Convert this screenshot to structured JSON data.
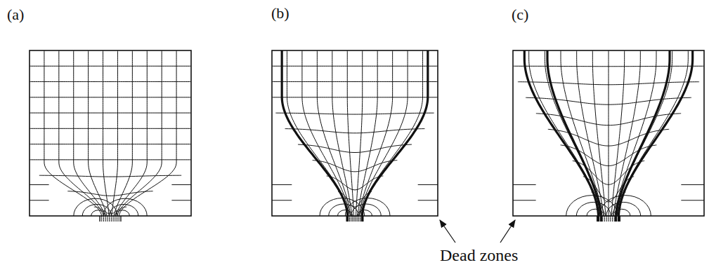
{
  "diagram": {
    "labels": [
      "(a)",
      "(b)",
      "(c)",
      "Dead zones"
    ]
  }
}
